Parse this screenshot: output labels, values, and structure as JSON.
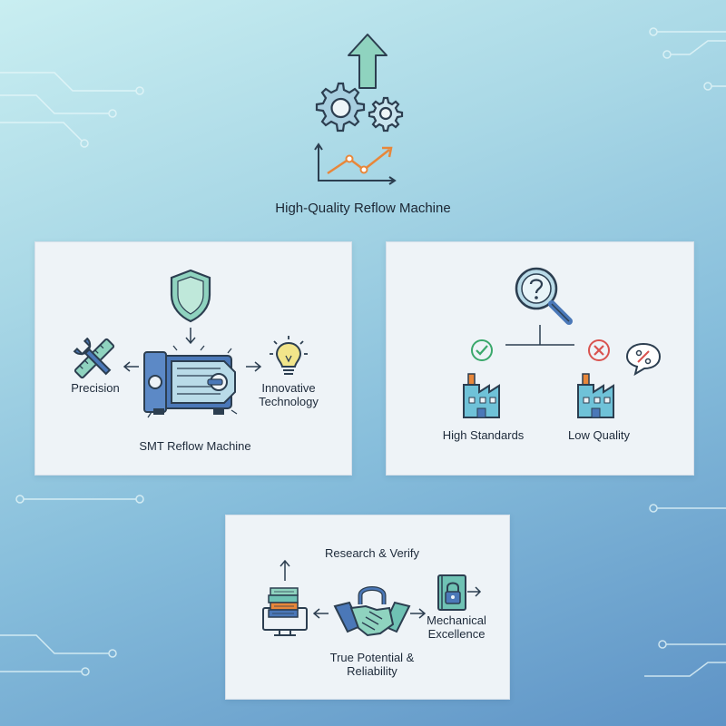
{
  "header": {
    "title": "High-Quality Reflow Machine"
  },
  "panel_machine": {
    "left_label": "Precision",
    "right_label": "Innovative Technology",
    "bottom_label": "SMT Reflow Machine"
  },
  "panel_compare": {
    "left_label": "High Standards",
    "right_label": "Low Quality"
  },
  "panel_verify": {
    "top_label": "Research & Verify",
    "right_label": "Mechanical Excellence",
    "bottom_label": "True Potential & Reliability"
  },
  "icons": [
    "up-arrow-icon",
    "gears-icon",
    "growth-chart-icon",
    "shield-icon",
    "tools-icon",
    "reflow-machine-icon",
    "lightbulb-icon",
    "magnifier-question-icon",
    "check-icon",
    "cross-icon",
    "percent-bubble-icon",
    "factory-icon",
    "books-monitor-icon",
    "handshake-lock-icon",
    "locked-book-icon"
  ],
  "colors": {
    "accent_teal": "#6fc2b4",
    "accent_blue": "#4b78b8",
    "accent_orange": "#e8873a",
    "check_green": "#3aa86b",
    "cross_red": "#d9534f"
  }
}
